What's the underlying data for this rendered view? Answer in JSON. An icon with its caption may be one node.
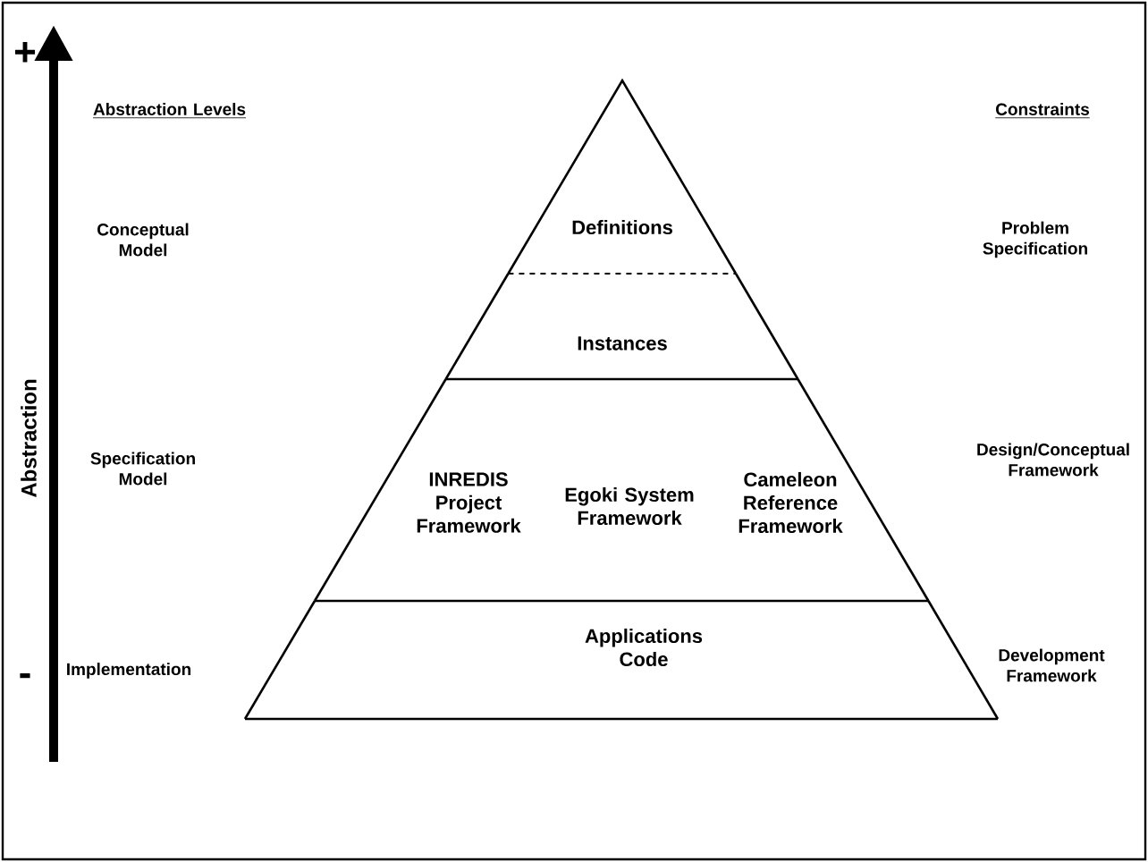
{
  "diagram": {
    "nodes": [
      {
        "text": [
          "Definitions"
        ]
      },
      {
        "text": [
          "Instances"
        ]
      },
      {
        "text": [
          "INREDIS Project Framework",
          "Egoki System Framework",
          "Cameleon Reference Framework"
        ]
      },
      {
        "text": [
          "Applications Code"
        ]
      }
    ],
    "labels": [
      "+",
      "Abstraction Levels",
      "Constraints",
      "Conceptual Model",
      "Problem Specification",
      "Abstraction",
      "Specification Model",
      "Design/Conceptual Framework",
      "Implementation",
      "Development Framework",
      "-"
    ]
  }
}
